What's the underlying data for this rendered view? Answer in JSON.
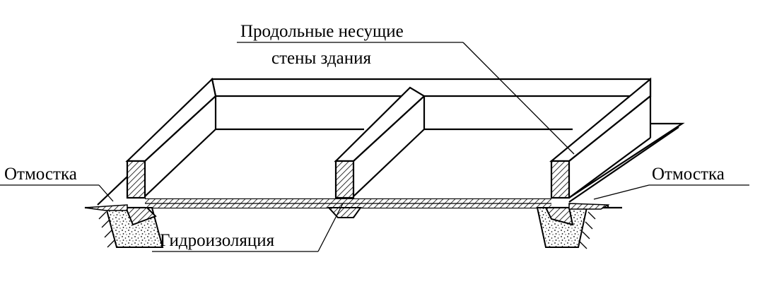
{
  "labels": {
    "walls_line1": "Продольные несущие",
    "walls_line2": "стены здания",
    "blind_area_left": "Отмостка",
    "blind_area_right": "Отмостка",
    "waterproofing": "Гидроизоляция"
  },
  "colors": {
    "ink": "#000000",
    "background": "#ffffff"
  }
}
